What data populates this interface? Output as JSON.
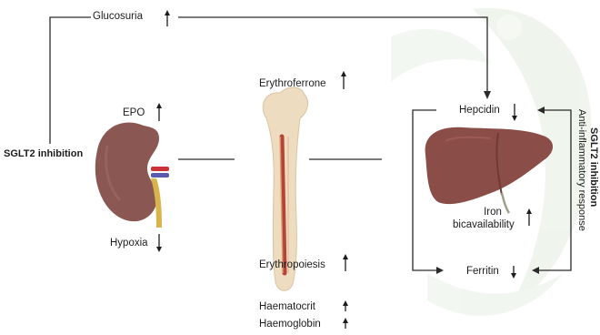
{
  "labels": {
    "glucosuria": "Glucosuria",
    "epo": "EPO",
    "sglt2_left": "SGLT2 inhibition",
    "hypoxia": "Hypoxia",
    "erythroferrone": "Erythroferrone",
    "erythropoiesis": "Erythropoiesis",
    "haematocrit": "Haematocrit",
    "haemoglobin": "Haemoglobin",
    "hepcidin": "Hepcidin",
    "iron_line1": "Iron",
    "iron_line2": "bicavailability",
    "ferritin": "Ferritin",
    "sglt2_right": "SGLT2 inhibition",
    "anti_inflammatory": "Anti-inflammatory response"
  },
  "changes": {
    "glucosuria": "up",
    "epo": "up",
    "hypoxia": "down",
    "erythroferrone": "up",
    "erythropoiesis": "up",
    "haematocrit": "up",
    "haemoglobin": "up",
    "hepcidin": "down",
    "iron_bioavailability": "up",
    "ferritin": "down"
  },
  "colors": {
    "line": "#2a2a2a",
    "kidney": "#8a5752",
    "liver": "#8b4d48",
    "bone": "#eedcc0",
    "marrow": "#b5433a",
    "watermark": "#e6efe2"
  }
}
